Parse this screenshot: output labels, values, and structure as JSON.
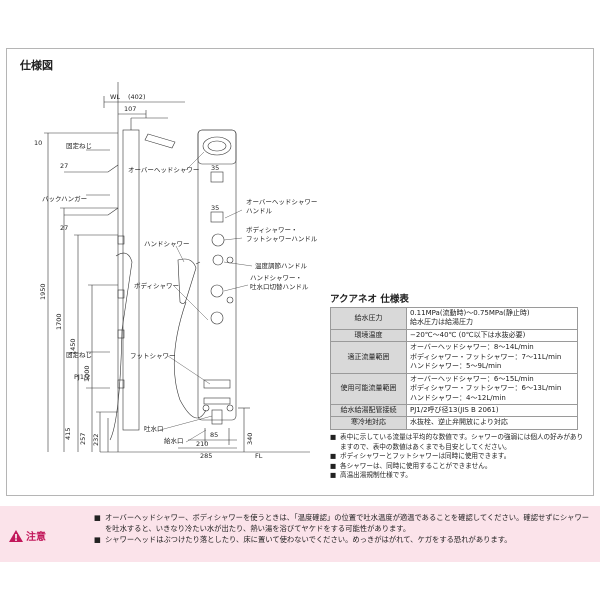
{
  "section_title": "仕様図",
  "diagram": {
    "dims_top": {
      "wl": "WL",
      "d402": "(402)",
      "d107": "107",
      "d10": "10",
      "d35a": "35",
      "d35b": "35"
    },
    "dims_left": {
      "d27a": "27",
      "d27b": "27",
      "d1950": "1950",
      "d1700": "1700",
      "d1450": "1450",
      "d1000": "1000",
      "d415": "415",
      "d257": "257",
      "d232": "232"
    },
    "dims_bottom": {
      "d85": "85",
      "d210": "210",
      "d285": "285",
      "d340": "340",
      "fl": "FL"
    },
    "labels": {
      "fixing_screw_top": "固定ねじ",
      "back_hanger": "バックハンガー",
      "fixing_screw_bottom": "固定ねじ",
      "pj": "PJ1/2",
      "overhead_shower": "オーバーヘッドシャワー",
      "overhead_shower_handle": "オーバーヘッドシャワー\nハンドル",
      "body_foot_handle": "ボディシャワー・\nフットシャワーハンドル",
      "hand_shower": "ハンドシャワー",
      "temp_handle": "温度調節ハンドル",
      "hand_spout_handle": "ハンドシャワー・\n吐水口切替ハンドル",
      "body_shower": "ボディシャワー",
      "foot_shower": "フットシャワー",
      "spout": "吐水口",
      "water_inlet": "給水口"
    }
  },
  "spec": {
    "title": "アクアネオ 仕様表",
    "rows": [
      {
        "label": "給水圧力",
        "lines": [
          "0.11MPa(流動時)〜0.75MPa(静止時)",
          "給水圧力は給湯圧力"
        ]
      },
      {
        "label": "環境温度",
        "lines": [
          "−20℃〜40℃ (0℃以下は水抜必要)"
        ]
      },
      {
        "label": "適正流量範囲",
        "lines": [
          "オーバーヘッドシャワー：8〜14L/min",
          "ボディシャワー・フットシャワー：7〜11L/min",
          "ハンドシャワー：5〜9L/min"
        ]
      },
      {
        "label": "使用可能流量範囲",
        "lines": [
          "オーバーヘッドシャワー：6〜15L/min",
          "ボディシャワー・フットシャワー：6〜13L/min",
          "ハンドシャワー：4〜12L/min"
        ]
      },
      {
        "label": "給水給湯配管接続",
        "lines": [
          "PJ1/2呼び径13(JIS B 2061)"
        ]
      },
      {
        "label": "寒冷地対応",
        "lines": [
          "水抜栓、逆止弁開放により対応"
        ]
      }
    ],
    "notes": [
      {
        "mark": "■",
        "text": "表中に示している流量は平均的な数値です。シャワーの強弱には個人の好みがありますので、表中の数値はあくまでも目安としてください。"
      },
      {
        "mark": "■",
        "text": "ボディシャワーとフットシャワーは同時に使用できます。"
      },
      {
        "mark": "■",
        "text": "各シャワーは、同時に使用することができません。"
      },
      {
        "mark": "■",
        "text": "高温出湯規制仕様です。"
      }
    ]
  },
  "caution": {
    "label": "注意",
    "items": [
      {
        "mark": "■",
        "text": "オーバーヘッドシャワー、ボディシャワーを使うときは、「温度確認」の位置で吐水温度が適温であることを確認してください。確認せずにシャワーを吐水すると、いきなり冷たい水が出たり、熱い湯を浴びてヤケドをする可能性があります。"
      },
      {
        "mark": "■",
        "text": "シャワーヘッドはぶつけたり落としたり、床に置いて使わないでください。めっきがはがれて、ケガをする恐れがあります。"
      }
    ]
  },
  "colors": {
    "caution_bg": "#fbe3ea",
    "caution_accent": "#c2185b",
    "table_label_bg": "#d9d9d9"
  }
}
